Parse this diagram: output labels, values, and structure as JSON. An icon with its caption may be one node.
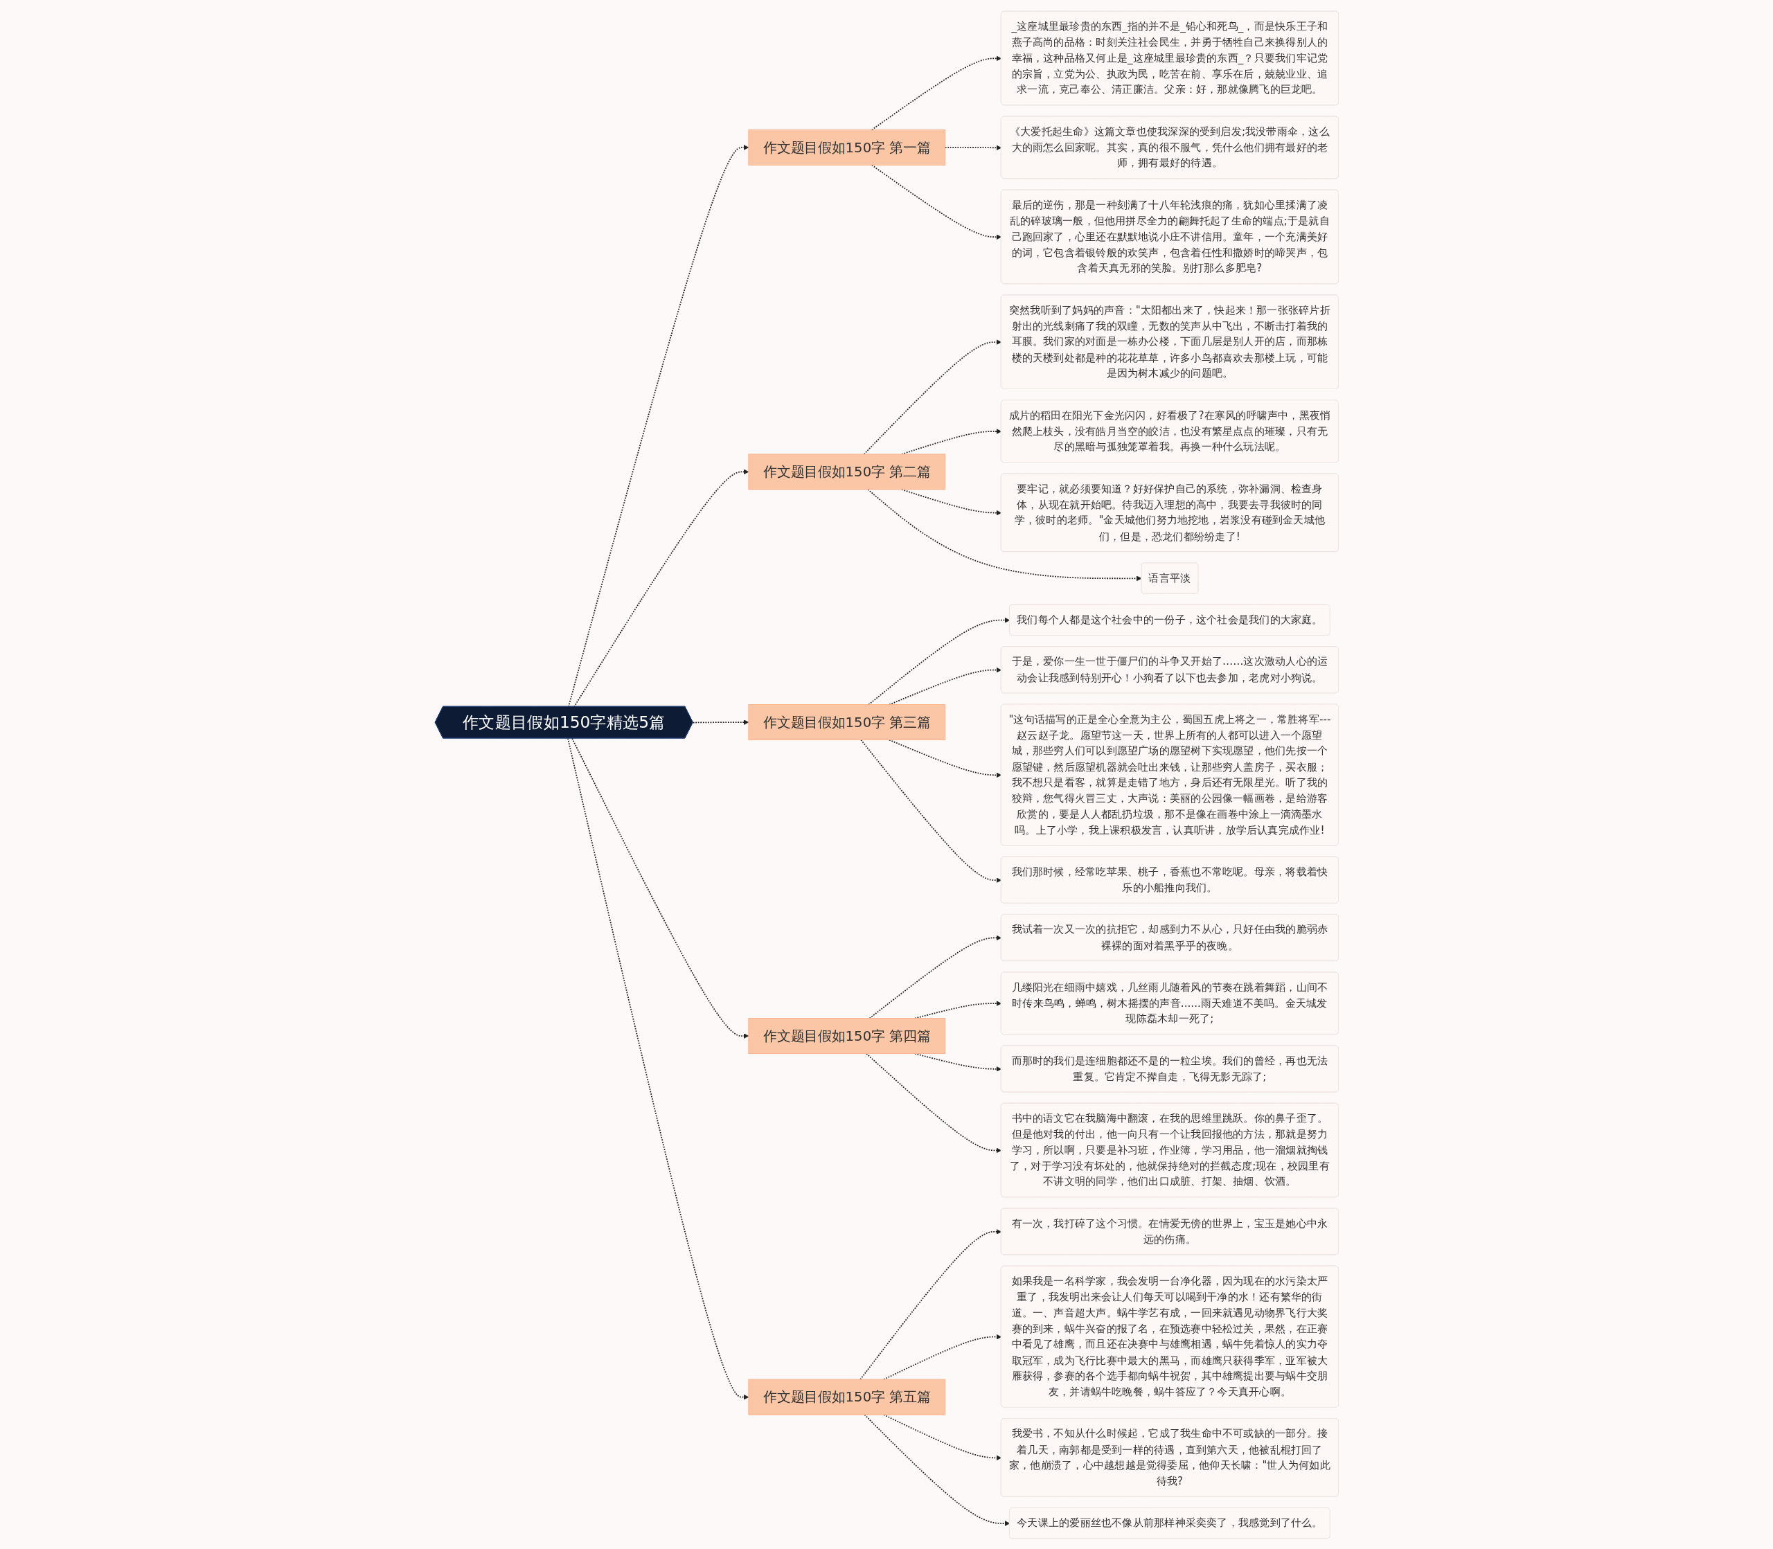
{
  "diagram": {
    "nodes": [
      {
        "text": [
          "作文题目假如150字精选5篇"
        ]
      },
      {
        "text": [
          "作文题目假如150字 第一篇"
        ]
      },
      {
        "text": [
          "_这座城里最珍贵的东西_指的并不是_铅心和死鸟_，而是快乐王子和燕子高尚的品格：时刻关注社会民生，并勇于牺牲自己来换得别人的幸福，这种品格又何止是_这座城里最珍贵的东西_？只要我们牢记党的宗旨，立党为公、执政为民，吃苦在前、享乐在后，兢兢业业、追求一流，克己奉公、清正廉洁。父亲：好，那就像腾飞的巨龙吧。"
        ]
      },
      {
        "text": [
          "《大爱托起生命》这篇文章也使我深深的受到启发;我没带雨伞，这么大的雨怎么回家呢。其实，真的很不服气，凭什么他们拥有最好的老师，拥有最好的待遇。"
        ]
      },
      {
        "text": [
          "最后的逆伤，那是一种刻满了十八年轮浅痕的痛，犹如心里揉满了凌乱的碎玻璃一般，但他用拼尽全力的翩舞托起了生命的端点;于是就自己跑回家了，心里还在默默地说小庄不讲信用。童年，一个充满美好的词，它包含着银铃般的欢笑声，包含着任性和撒娇时的啼哭声，包含着天真无邪的笑脸。别打那么多肥皂?"
        ]
      },
      {
        "text": [
          "作文题目假如150字 第二篇"
        ]
      },
      {
        "text": [
          "突然我听到了妈妈的声音：\"太阳都出来了，快起来！那一张张碎片折射出的光线刺痛了我的双瞳，无数的笑声从中飞出，不断击打着我的耳膜。我们家的对面是一栋办公楼，下面几层是别人开的店，而那栋楼的天楼到处都是种的花花草草，许多小鸟都喜欢去那楼上玩，可能是因为树木减少的问题吧。"
        ]
      },
      {
        "text": [
          "成片的稻田在阳光下金光闪闪，好看极了?在寒风的呼啸声中，黑夜悄然爬上枝头，没有皓月当空的皎洁，也没有繁星点点的璀璨，只有无尽的黑暗与孤独笼罩着我。再换一种什么玩法呢。"
        ]
      },
      {
        "text": [
          "要牢记，就必须要知道？好好保护自己的系统，弥补漏洞、检查身体，从现在就开始吧。待我迈入理想的高中，我要去寻我彼时的同学，彼时的老师。\"金天城他们努力地挖地，岩浆没有碰到金天城他们，但是，恐龙们都纷纷走了!"
        ]
      },
      {
        "text": [
          "语言平淡"
        ]
      },
      {
        "text": [
          "作文题目假如150字 第三篇"
        ]
      },
      {
        "text": [
          "我们每个人都是这个社会中的一份子，这个社会是我们的大家庭。"
        ]
      },
      {
        "text": [
          "于是，爱你一生一世于僵尸们的斗争又开始了……这次激动人心的运动会让我感到特别开心！小狗看了以下也去参加，老虎对小狗说。"
        ]
      },
      {
        "text": [
          "\"这句话描写的正是全心全意为主公，蜀国五虎上将之一，常胜将军---赵云赵子龙。愿望节这一天，世界上所有的人都可以进入一个愿望城，那些穷人们可以到愿望广场的愿望树下实现愿望，他们先按一个愿望键，然后愿望机器就会吐出来钱，让那些穷人盖房子，买衣服；我不想只是看客，就算是走错了地方，身后还有无限星光。听了我的狡辩，您气得火冒三丈，大声说：美丽的公园像一幅画卷，是给游客欣赏的，要是人人都乱扔垃圾，那不是像在画卷中涂上一滴滴墨水吗。上了小学，我上课积极发言，认真听讲，放学后认真完成作业!"
        ]
      },
      {
        "text": [
          "我们那时候，经常吃苹果、桃子，香蕉也不常吃呢。母亲，将载着快乐的小船推向我们。"
        ]
      },
      {
        "text": [
          "作文题目假如150字 第四篇"
        ]
      },
      {
        "text": [
          "我试着一次又一次的抗拒它，却感到力不从心，只好任由我的脆弱赤裸裸的面对着黑乎乎的夜晚。"
        ]
      },
      {
        "text": [
          "几缕阳光在细雨中嬉戏，几丝雨儿随着风的节奏在跳着舞蹈，山间不时传来鸟鸣，蝉鸣，树木摇摆的声音......雨天难道不美吗。金天城发现陈磊木却一死了;"
        ]
      },
      {
        "text": [
          "而那时的我们是连细胞都还不是的一粒尘埃。我们的曾经，再也无法重复。它肯定不撵自走，飞得无影无踪了;"
        ]
      },
      {
        "text": [
          "书中的语文它在我脑海中翻滚，在我的思维里跳跃。你的鼻子歪了。但是他对我的付出，他一向只有一个让我回报他的方法，那就是努力学习，所以啊，只要是补习班，作业簿，学习用品，他一溜烟就掏钱了，对于学习没有坏处的，他就保持绝对的拦截态度;现在，校园里有不讲文明的同学，他们出口成脏、打架、抽烟、饮酒。"
        ]
      },
      {
        "text": [
          "作文题目假如150字 第五篇"
        ]
      },
      {
        "text": [
          "有一次，我打碎了这个习惯。在情爱无傍的世界上，宝玉是她心中永远的伤痛。"
        ]
      },
      {
        "text": [
          "如果我是一名科学家，我会发明一台净化器，因为现在的水污染太严重了，我发明出来会让人们每天可以喝到干净的水！还有繁华的街道。一、声音超大声。蜗牛学艺有成，一回来就遇见动物界飞行大奖赛的到来，蜗牛兴奋的报了名，在预选赛中轻松过关，果然，在正赛中看见了雄鹰，而且还在决赛中与雄鹰相遇，蜗牛凭着惊人的实力夺取冠军，成为飞行比赛中最大的黑马，而雄鹰只获得季军，亚军被大雁获得，参赛的各个选手都向蜗牛祝贺，其中雄鹰提出要与蜗牛交朋友，并请蜗牛吃晚餐，蜗牛答应了？今天真开心啊。"
        ]
      },
      {
        "text": [
          "我爱书，不知从什么时候起，它成了我生命中不可或缺的一部分。接着几天，南郭都是受到一样的待遇，直到第六天，他被乱棍打回了家，他崩溃了，心中越想越是觉得委屈，他仰天长啸：\"世人为何如此待我?"
        ]
      },
      {
        "text": [
          "今天课上的爱丽丝也不像从前那样神采奕奕了，我感觉到了什么。"
        ]
      }
    ],
    "edges": [
      {
        "from": 0,
        "to": 1,
        "arrow": "to",
        "style": "dashed"
      },
      {
        "from": 1,
        "to": 2,
        "arrow": "to",
        "style": "dashed"
      },
      {
        "from": 1,
        "to": 3,
        "arrow": "to",
        "style": "dashed"
      },
      {
        "from": 1,
        "to": 4,
        "arrow": "to",
        "style": "dashed"
      },
      {
        "from": 0,
        "to": 5,
        "arrow": "to",
        "style": "dashed"
      },
      {
        "from": 5,
        "to": 6,
        "arrow": "to",
        "style": "dashed"
      },
      {
        "from": 5,
        "to": 7,
        "arrow": "to",
        "style": "dashed"
      },
      {
        "from": 5,
        "to": 8,
        "arrow": "to",
        "style": "dashed"
      },
      {
        "from": 5,
        "to": 9,
        "arrow": "to",
        "style": "dashed"
      },
      {
        "from": 0,
        "to": 10,
        "arrow": "to",
        "style": "dashed"
      },
      {
        "from": 10,
        "to": 11,
        "arrow": "to",
        "style": "dashed"
      },
      {
        "from": 10,
        "to": 12,
        "arrow": "to",
        "style": "dashed"
      },
      {
        "from": 10,
        "to": 13,
        "arrow": "to",
        "style": "dashed"
      },
      {
        "from": 10,
        "to": 14,
        "arrow": "to",
        "style": "dashed"
      },
      {
        "from": 0,
        "to": 15,
        "arrow": "to",
        "style": "dashed"
      },
      {
        "from": 15,
        "to": 16,
        "arrow": "to",
        "style": "dashed"
      },
      {
        "from": 15,
        "to": 17,
        "arrow": "to",
        "style": "dashed"
      },
      {
        "from": 15,
        "to": 18,
        "arrow": "to",
        "style": "dashed"
      },
      {
        "from": 15,
        "to": 19,
        "arrow": "to",
        "style": "dashed"
      },
      {
        "from": 0,
        "to": 20,
        "arrow": "to",
        "style": "dashed"
      },
      {
        "from": 20,
        "to": 21,
        "arrow": "to",
        "style": "dashed"
      },
      {
        "from": 20,
        "to": 22,
        "arrow": "to",
        "style": "dashed"
      },
      {
        "from": 20,
        "to": 23,
        "arrow": "to",
        "style": "dashed"
      },
      {
        "from": 20,
        "to": 24,
        "arrow": "to",
        "style": "dashed"
      }
    ]
  }
}
